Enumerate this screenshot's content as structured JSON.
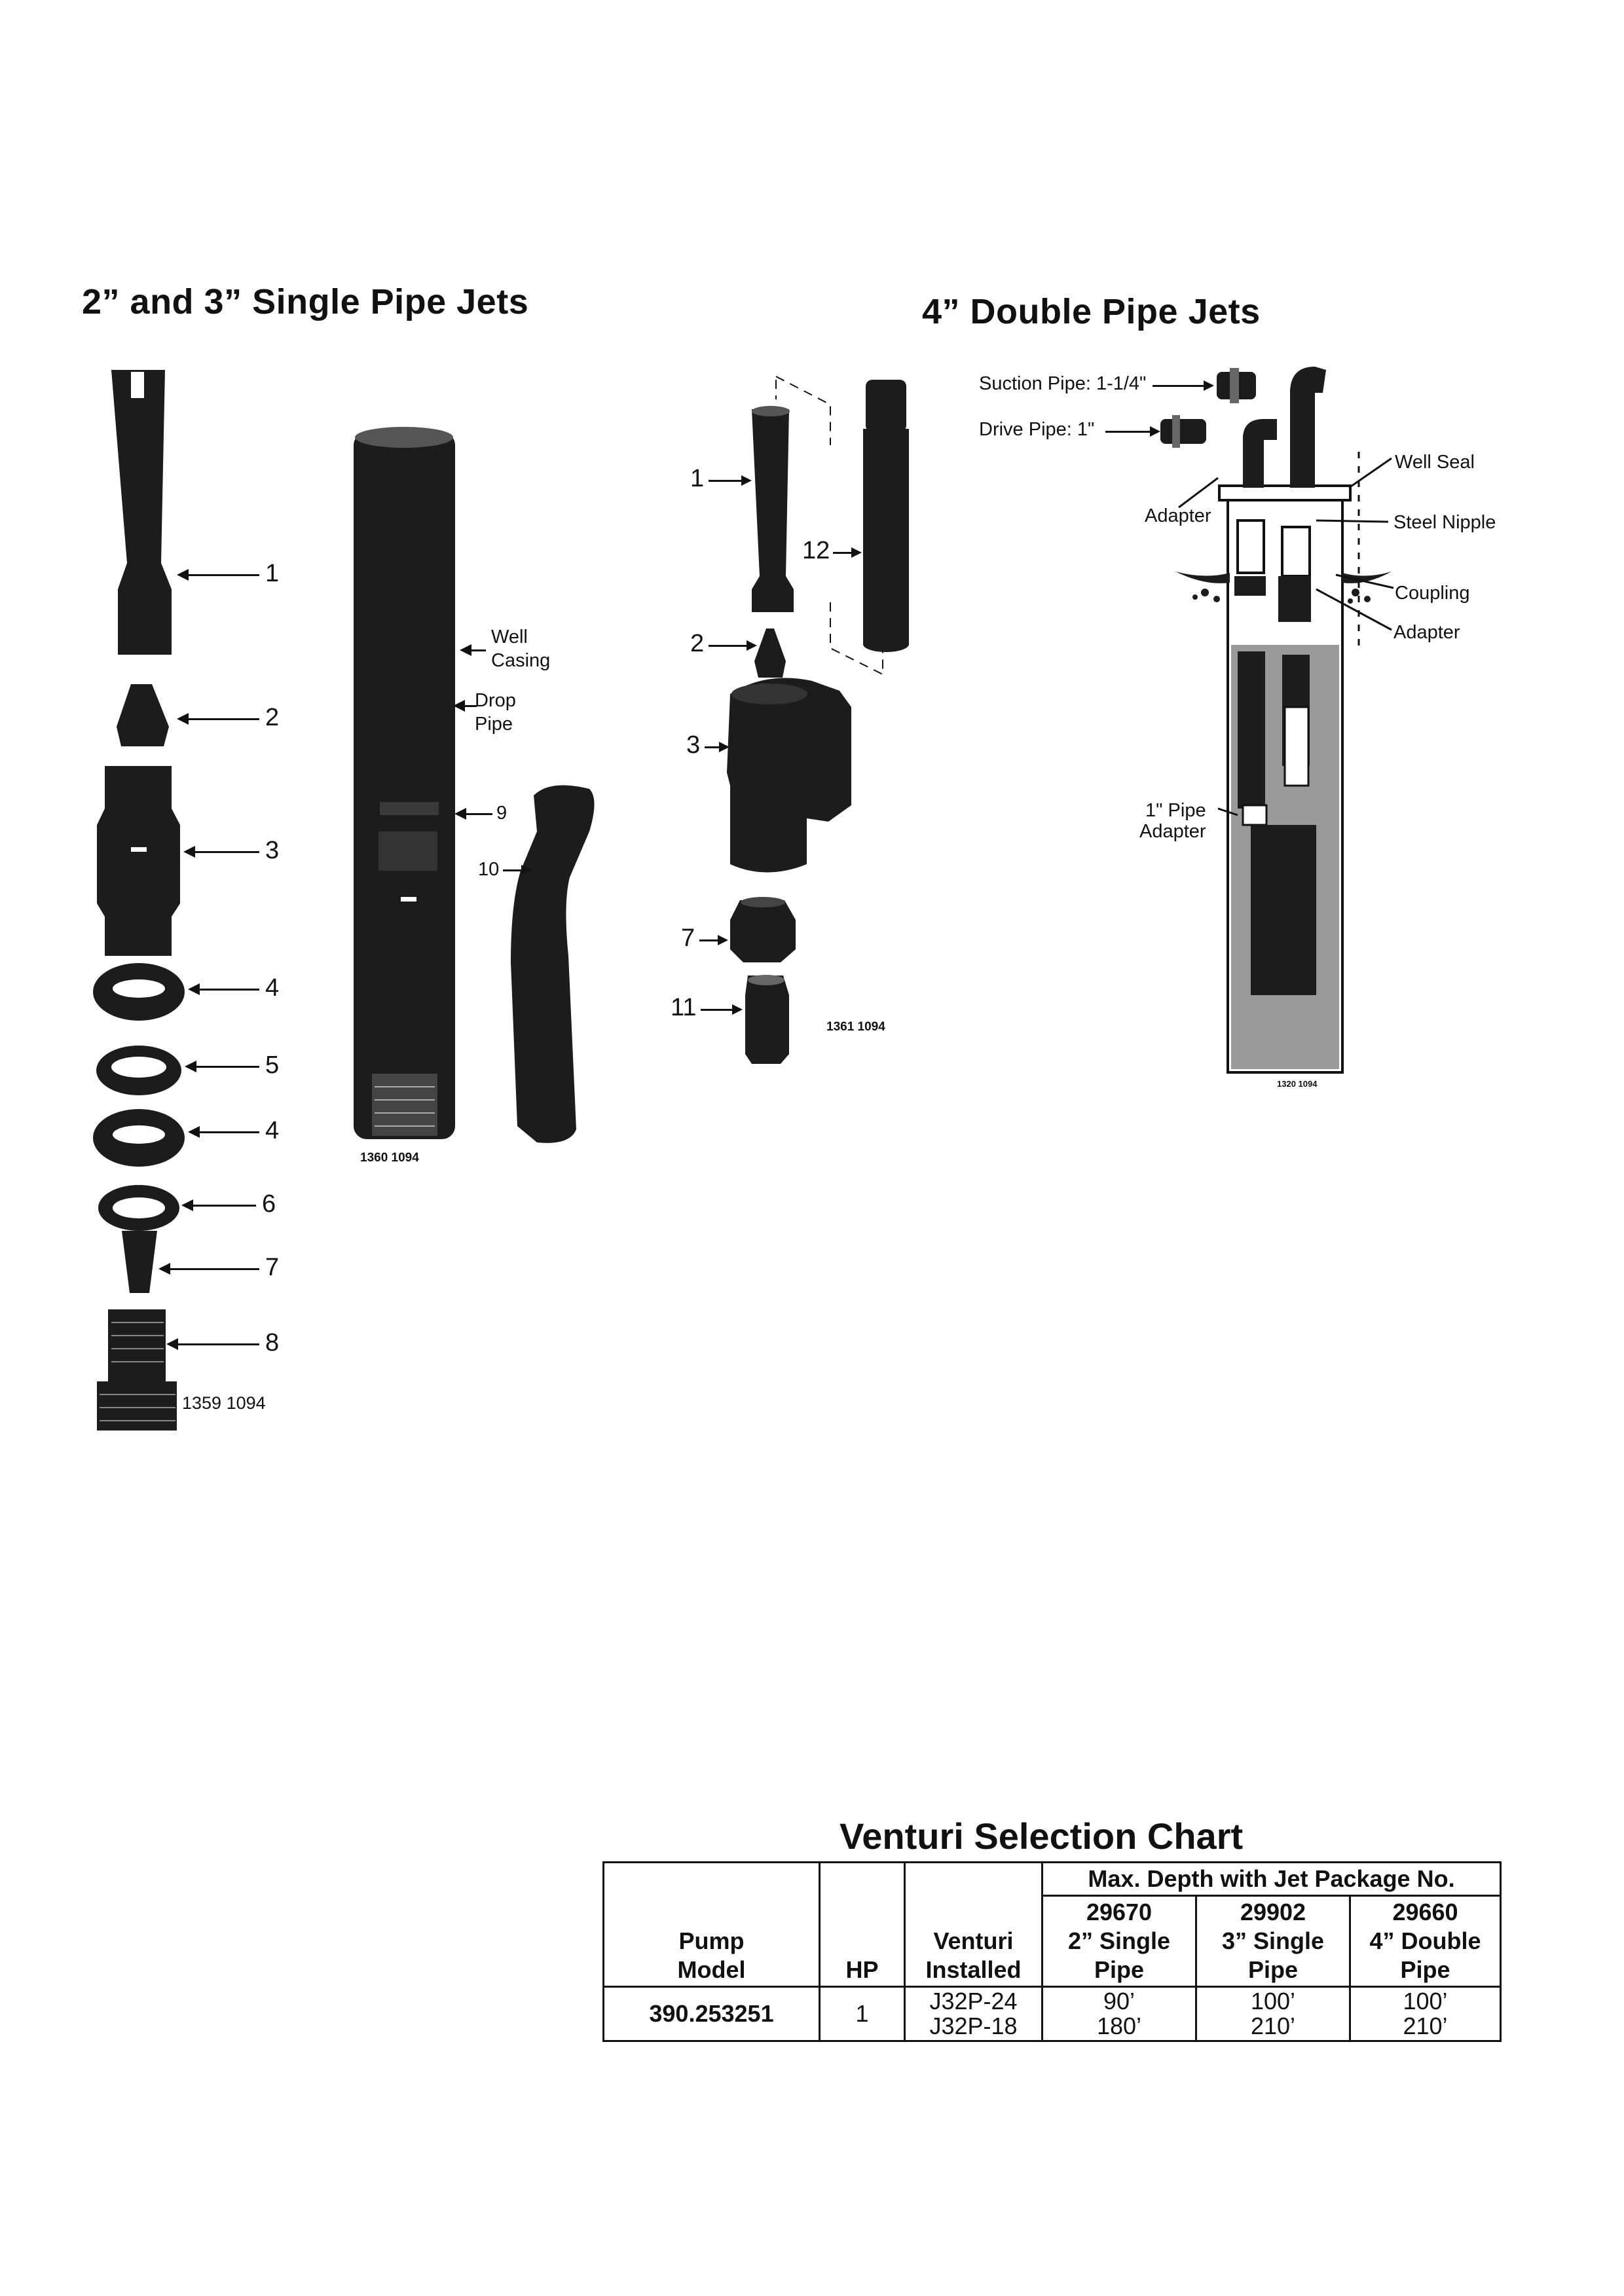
{
  "single_jets": {
    "heading": "2” and 3” Single Pipe Jets",
    "callouts": [
      "1",
      "2",
      "3",
      "4",
      "5",
      "4",
      "6",
      "7",
      "8"
    ],
    "fig_code": "1359 1094",
    "casing": {
      "well_casing": "Well\nCasing",
      "drop_pipe": "Drop\nPipe",
      "n9": "9",
      "n10": "10",
      "fig_code": "1360 1094"
    }
  },
  "middle_jets": {
    "n1": "1",
    "n12": "12",
    "n2": "2",
    "n3": "3",
    "n7": "7",
    "n11": "11",
    "fig_code": "1361 1094"
  },
  "double_jets": {
    "heading": "4” Double Pipe Jets",
    "suction": "Suction Pipe: 1-1/4\"",
    "drive": "Drive Pipe: 1\"",
    "well_seal": "Well Seal",
    "adapter_top": "Adapter",
    "steel_nipple": "Steel Nipple",
    "coupling": "Coupling",
    "adapter_right": "Adapter",
    "pipe_adapter": "1\" Pipe\nAdapter",
    "fig_code": "1320 1094"
  },
  "venturi": {
    "title": "Venturi Selection Chart",
    "headers": {
      "pump_model": "Pump\nModel",
      "hp": "HP",
      "venturi": "Venturi\nInstalled",
      "max_depth": "Max. Depth with Jet Package No.",
      "p1": "29670\n2” Single\nPipe",
      "p2": "29902\n3” Single\nPipe",
      "p3": "29660\n4” Double\nPipe"
    },
    "row": {
      "model": "390.253251",
      "hp": "1",
      "venturi": "J32P-24\nJ32P-18",
      "d1": "90’\n180’",
      "d2": "100’\n210’",
      "d3": "100’\n210’"
    }
  }
}
